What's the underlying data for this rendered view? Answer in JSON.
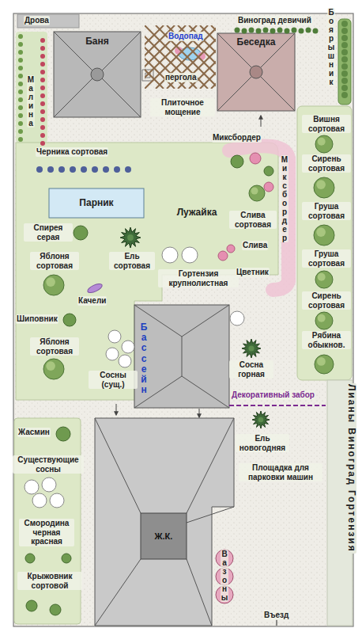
{
  "diagram": {
    "nodes": [
      {
        "text": [
          "Баня"
        ]
      },
      {
        "text": [
          "Беседка"
        ]
      },
      {
        "text": [
          "Парник"
        ]
      },
      {
        "text": [
          "Лужайка"
        ]
      },
      {
        "text": [
          "Бассейн"
        ]
      },
      {
        "text": [
          "Ж.К."
        ]
      }
    ],
    "labels": [
      "Дрова",
      "Виноград девичий",
      "Боярышник",
      "Водопад",
      "пергола",
      "Малина",
      "Плиточное мощение",
      "Миксбордер",
      "Вишня сортовая",
      "Черника сортовая",
      "Миксбордер",
      "Сирень сортовая",
      "Груша сортовая",
      "Груша сортовая",
      "Сирень сортовая",
      "Слива сортовая",
      "Спирея серая",
      "Слива",
      "Ель сортовая",
      "Гортензия крупнолистная",
      "Цветник",
      "Яблоня сортовая",
      "Качели",
      "Рябина обыкнов.",
      "Шиповник",
      "Яблоня сортовая",
      "Сосны (сущ.)",
      "Сосна горная",
      "Декоративный забор",
      "Лианы Виноград Гортензия",
      "Ель новогодняя",
      "Жасмин",
      "Площадка для парковки машин",
      "Существующие сосны",
      "Смородина черная красная",
      "Крыжовник сортовой",
      "Въезд",
      "Вазоны"
    ]
  }
}
